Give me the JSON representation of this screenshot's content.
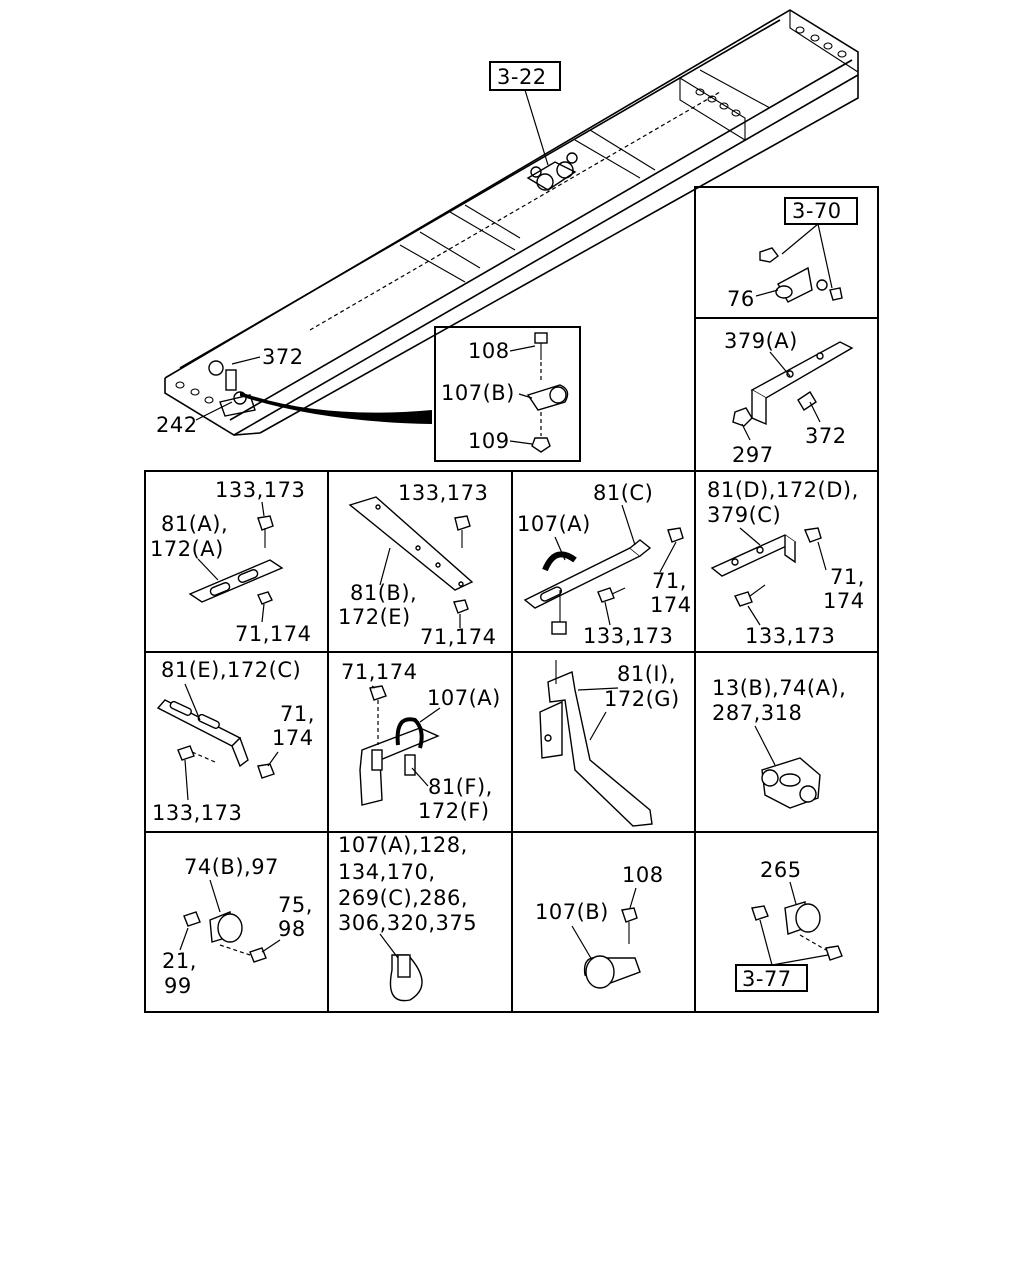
{
  "diagram": {
    "refs": {
      "main_frame_ref": "3-22",
      "ref_3_70": "3-70",
      "ref_3_77": "3-77"
    },
    "main": {
      "lbl_372": "372",
      "lbl_242": "242"
    },
    "detail": {
      "lbl_108": "108",
      "lbl_107b": "107(B)",
      "lbl_109": "109"
    },
    "panels": {
      "p1": {
        "lbl_76": "76"
      },
      "p2": {
        "lbl_379a": "379(A)",
        "lbl_372": "372",
        "lbl_297": "297"
      },
      "p3": {
        "lbl_133": "133,173",
        "lbl_81a_1": "81(A),",
        "lbl_81a_2": "172(A)",
        "lbl_71": "71,174"
      },
      "p4": {
        "lbl_133": "133,173",
        "lbl_81b_1": "81(B),",
        "lbl_81b_2": "172(E)",
        "lbl_71": "71,174"
      },
      "p5": {
        "lbl_81c": "81(C)",
        "lbl_107a": "107(A)",
        "lbl_71_1": "71,",
        "lbl_71_2": "174",
        "lbl_133": "133,173"
      },
      "p6": {
        "lbl_1": "81(D),172(D),",
        "lbl_2": "379(C)",
        "lbl_71_1": "71,",
        "lbl_71_2": "174",
        "lbl_133": "133,173"
      },
      "p7": {
        "lbl_81e": "81(E),172(C)",
        "lbl_71_1": "71,",
        "lbl_71_2": "174",
        "lbl_133": "133,173"
      },
      "p8": {
        "lbl_71": "71,174",
        "lbl_107a": "107(A)",
        "lbl_81f_1": "81(F),",
        "lbl_81f_2": "172(F)"
      },
      "p9": {
        "lbl_1": "81(I),",
        "lbl_2": "172(G)"
      },
      "p10": {
        "lbl_1": "13(B),74(A),",
        "lbl_2": "287,318"
      },
      "p11": {
        "lbl_74b": "74(B),97",
        "lbl_75_1": "75,",
        "lbl_75_2": "98",
        "lbl_21_1": "21,",
        "lbl_21_2": "99"
      },
      "p12": {
        "l1": "107(A),128,",
        "l2": "134,170,",
        "l3": "269(C),286,",
        "l4": "306,320,375"
      },
      "p13": {
        "lbl_108": "108",
        "lbl_107b": "107(B)"
      },
      "p14": {
        "lbl_265": "265"
      }
    }
  }
}
